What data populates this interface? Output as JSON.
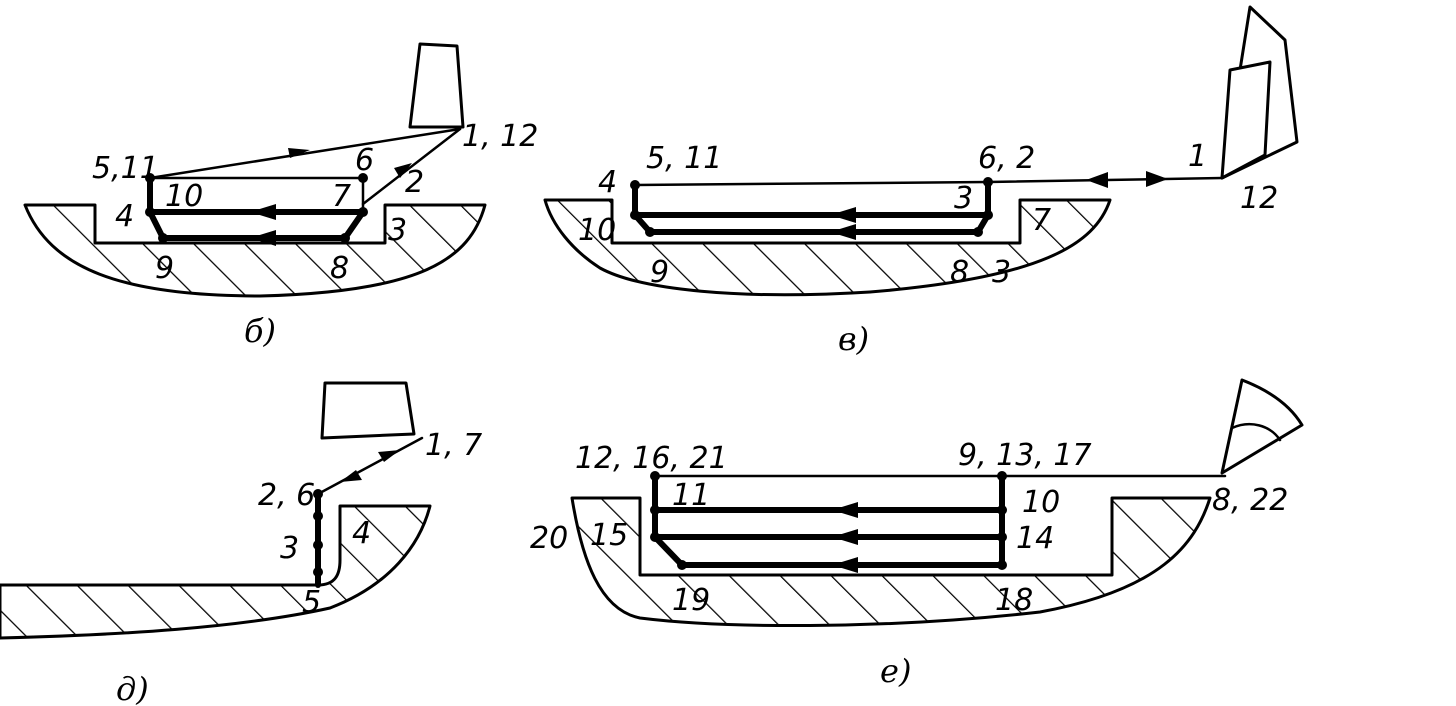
{
  "diagrams": {
    "b": {
      "caption": "б)",
      "labels": {
        "p1_12": "1, 12",
        "p2": "2",
        "p3": "3",
        "p4": "4",
        "p5_11": "5,11",
        "p6": "6",
        "p7": "7",
        "p8": "8",
        "p9": "9",
        "p10": "10"
      }
    },
    "v": {
      "caption": "в)",
      "labels": {
        "p1": "1",
        "p12": "12",
        "p6_2": "6, 2",
        "p4": "4",
        "p5_11": "5, 11",
        "p3": "3",
        "p7": "7",
        "p10": "10",
        "p9": "9",
        "p8": "8",
        "p3b": "3"
      }
    },
    "d": {
      "caption": "д)",
      "labels": {
        "p1_7": "1, 7",
        "p2_6": "2, 6",
        "p3": "3",
        "p4": "4",
        "p5": "5"
      }
    },
    "e": {
      "caption": "е)",
      "labels": {
        "p12_16_21": "12, 16, 21",
        "p9_13_17": "9, 13, 17",
        "p8_22": "8, 22",
        "p11": "11",
        "p10": "10",
        "p20": "20",
        "p15": "15",
        "p14": "14",
        "p19": "19",
        "p18": "18"
      }
    }
  }
}
